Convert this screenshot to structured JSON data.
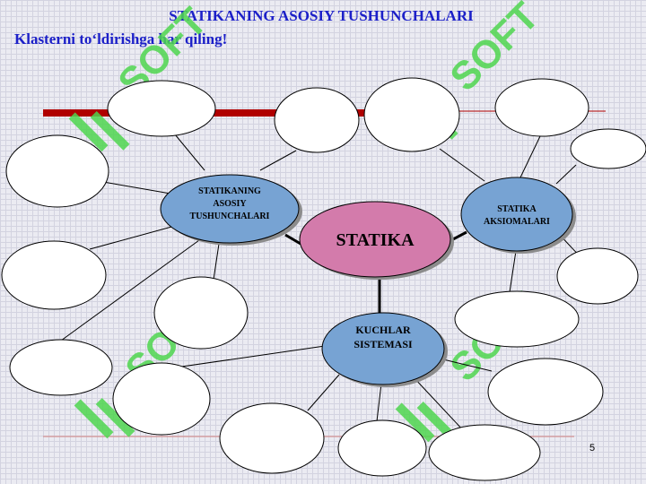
{
  "slide": {
    "title": "STATIKANING ASOSIY TUSHUNCHALARI",
    "subtitle": "Klasterni toʻldirishga har qiling!",
    "page_number": "5"
  },
  "diagram": {
    "center": "STATIKA",
    "node_asosiy": [
      "STATIKANING",
      "ASOSIY",
      "TUSHUNCHALARI"
    ],
    "node_aksioma": [
      "STATIKA",
      "AKSIOMALARI"
    ],
    "node_kuchlar": [
      "KUCHLAR",
      "SISTEMASI"
    ]
  },
  "watermark": {
    "text": "SOFT"
  },
  "colors": {
    "title": "#1c20c8",
    "center_fill": "#d37bab",
    "node_fill": "#77a3d3",
    "accent_bar": "#b00000",
    "watermark": "#4fd64f"
  }
}
